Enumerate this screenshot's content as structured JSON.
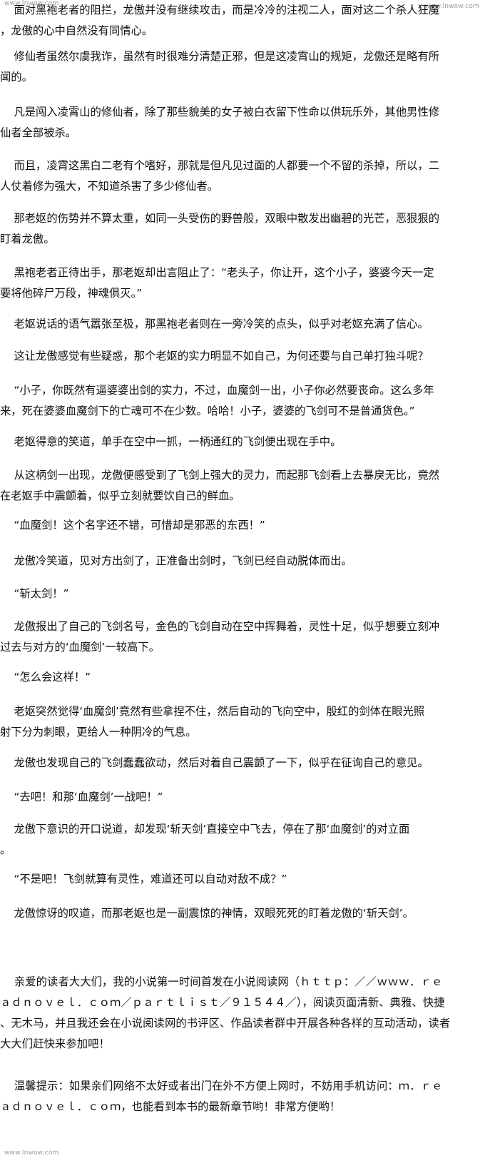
{
  "watermarks": {
    "top_left": "www.lnwow.com",
    "top_right": "www.lnwow.com",
    "bottom_left": "www.lnwow.com"
  },
  "paragraphs": [
    "    面对黑袍老者的阻拦，龙傲并没有继续攻击，而是冷冷的注视二人，面对这二个杀人狂魔\n，龙傲的心中自然没有同情心。",
    "    修仙者虽然尔虞我诈，虽然有时很难分清楚正邪，但是这凌霄山的规矩，龙傲还是略有所\n闻的。",
    "    凡是闯入凌霄山的修仙者，除了那些貌美的女子被白衣留下性命以供玩乐外，其他男性修\n仙者全部被杀。",
    "    而且，凌霄这黑白二老有个嗜好，那就是但凡见过面的人都要一个不留的杀掉，所以，二\n人仗着修为强大，不知道杀害了多少修仙者。",
    "    那老妪的伤势并不算太重，如同一头受伤的野兽般，双眼中散发出幽碧的光芒，恶狠狠的\n盯着龙傲。",
    "    黑袍老者正待出手，那老妪却出言阻止了：“老头子，你让开，这个小子，婆婆今天一定\n要将他碎尸万段，神魂俱灭。”",
    "    老妪说话的语气嚣张至极，那黑袍老者则在一旁冷笑的点头，似乎对老妪充满了信心。",
    "    这让龙傲感觉有些疑惑，那个老妪的实力明显不如自己，为何还要与自己单打独斗呢？",
    "    “小子，你既然有逼婆婆出剑的实力，不过，血魔剑一出，小子你必然要丧命。这么多年\n来，死在婆婆血魔剑下的亡魂可不在少数。哈哈！小子，婆婆的飞剑可不是普通货色。”",
    "    老妪得意的笑道，单手在空中一抓，一柄通红的飞剑便出现在手中。",
    "    从这柄剑一出现，龙傲便感受到了飞剑上强大的灵力，而起那飞剑看上去暴戾无比，竟然\n在老妪手中震颤着，似乎立刻就要饮自己的鲜血。",
    "    “血魔剑！这个名字还不错，可惜却是邪恶的东西！”",
    "    龙傲冷笑道，见对方出剑了，正准备出剑时，飞剑已经自动脱体而出。",
    "    “斩太剑！”",
    "    龙傲报出了自己的飞剑名号，金色的飞剑自动在空中挥舞着，灵性十足，似乎想要立刻冲\n过去与对方的‘血魔剑’一较高下。",
    "    “怎么会这样！”",
    "    老妪突然觉得‘血魔剑’竟然有些拿捏不住，然后自动的飞向空中，殷红的剑体在眼光照\n射下分为刺眼，更给人一种阴冷的气息。",
    "    龙傲也发现自己的飞剑蠢蠢欲动，然后对着自己震颤了一下，似乎在征询自己的意见。",
    "    “去吧！和那‘血魔剑’一战吧！”",
    "    龙傲下意识的开口说道，却发现‘斩天剑’直接空中飞去，停在了那‘血魔剑’的对立面\n。",
    "    “不是吧！飞剑就算有灵性，难道还可以自动对敌不成？”",
    "    龙傲惊讶的叹道，而那老妪也是一副震惊的神情，双眼死死的盯着龙傲的‘斩天剑’。"
  ],
  "footer": [
    "    亲爱的读者大大们，我的小说第一时间首发在小说阅读网（ｈｔｔｐ：／／ｗｗｗ．ｒｅ\nａｄｎｏｖｅｌ．ｃｏｍ／ｐａｒｔｌｉｓｔ／９１５４４／），阅读页面清新、典雅、快捷\n、无木马，并且我还会在小说阅读网的书评区、作品读者群中开展各种各样的互动活动，读者\n大大们赶快来参加吧！",
    "    温馨提示：如果亲们网络不太好或者出门在外不方便上网时，不妨用手机访问：ｍ．ｒｅ\nａｄｎｏｖｅｌ．ｃｏｍ，也能看到本书的最新章节哟！非常方便哟！"
  ]
}
